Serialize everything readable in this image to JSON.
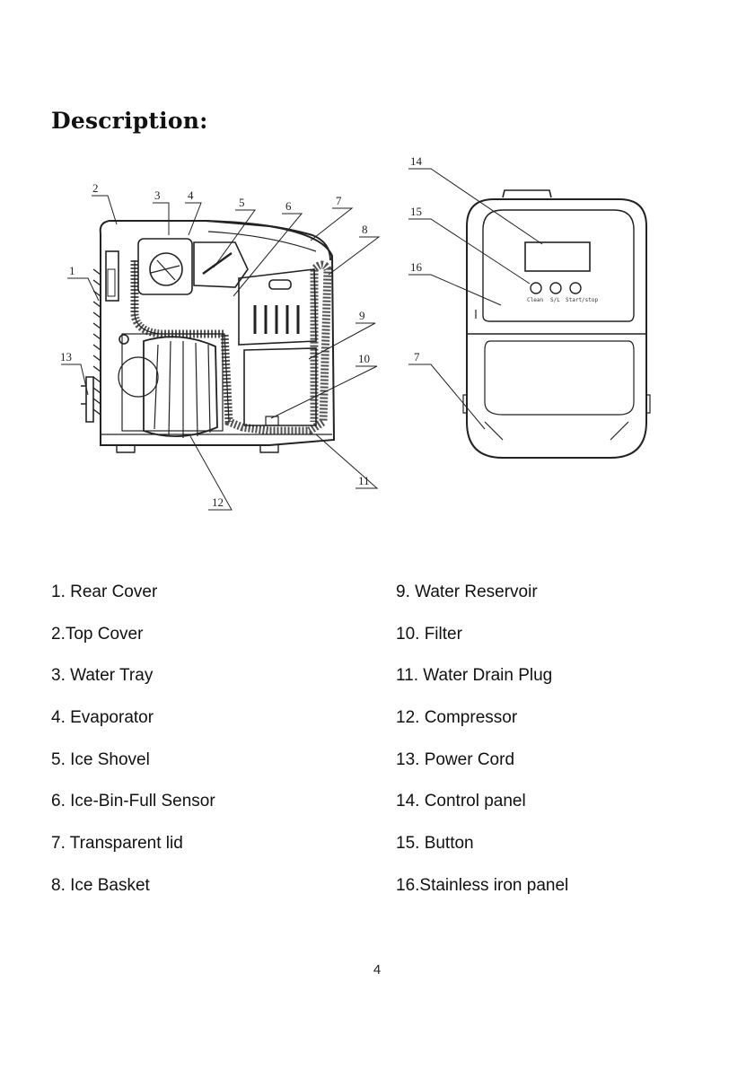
{
  "heading": "Description:",
  "callouts": {
    "c1": "1",
    "c2": "2",
    "c3": "3",
    "c4": "4",
    "c5": "5",
    "c6": "6",
    "c7": "7",
    "c8": "8",
    "c9": "9",
    "c10": "10",
    "c11": "11",
    "c12": "12",
    "c13": "13",
    "c14": "14",
    "c15": "15",
    "c16": "16",
    "c7b": "7"
  },
  "control_buttons": [
    "Clean",
    "S/L",
    "Start/stop"
  ],
  "parts_left": [
    "1. Rear Cover",
    "2.Top Cover",
    "3. Water Tray",
    "4. Evaporator",
    "5. Ice Shovel",
    "6. Ice-Bin-Full Sensor",
    "7. Transparent lid",
    "8. Ice Basket"
  ],
  "parts_right": [
    "9. Water Reservoir",
    "10. Filter",
    "11. Water Drain Plug",
    "12. Compressor",
    "13. Power Cord",
    "14. Control panel",
    "15. Button",
    "16.Stainless iron panel"
  ],
  "page_number": "4"
}
